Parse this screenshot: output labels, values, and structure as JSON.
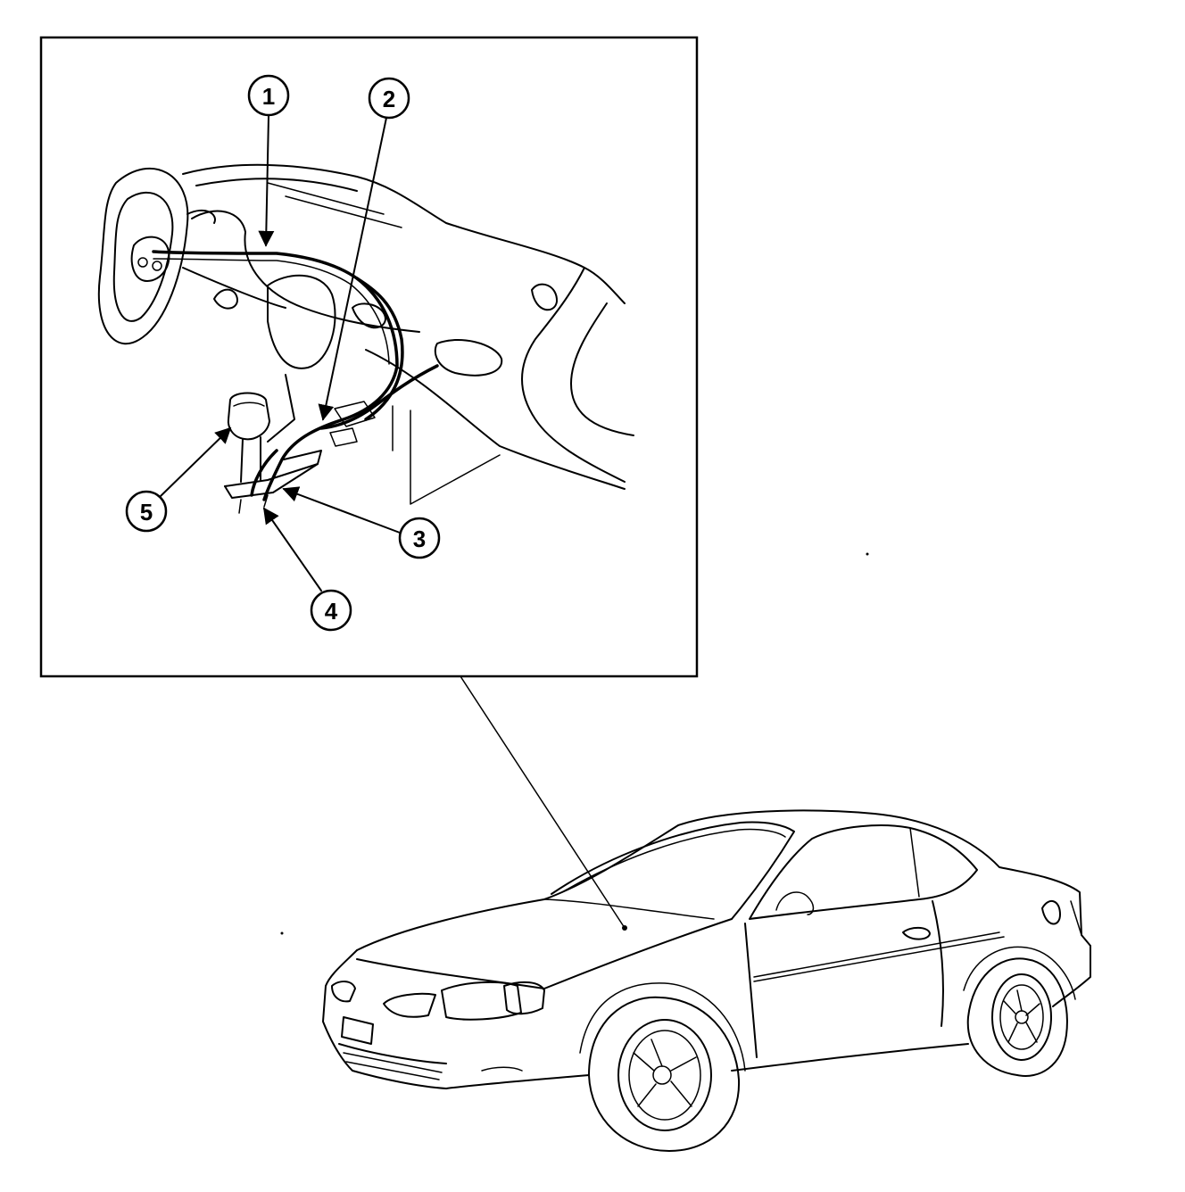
{
  "callouts": [
    {
      "id": "1",
      "label": "1"
    },
    {
      "id": "2",
      "label": "2"
    },
    {
      "id": "3",
      "label": "3"
    },
    {
      "id": "4",
      "label": "4"
    },
    {
      "id": "5",
      "label": "5"
    }
  ],
  "colors": {
    "ink": "#000000",
    "background": "#ffffff"
  }
}
